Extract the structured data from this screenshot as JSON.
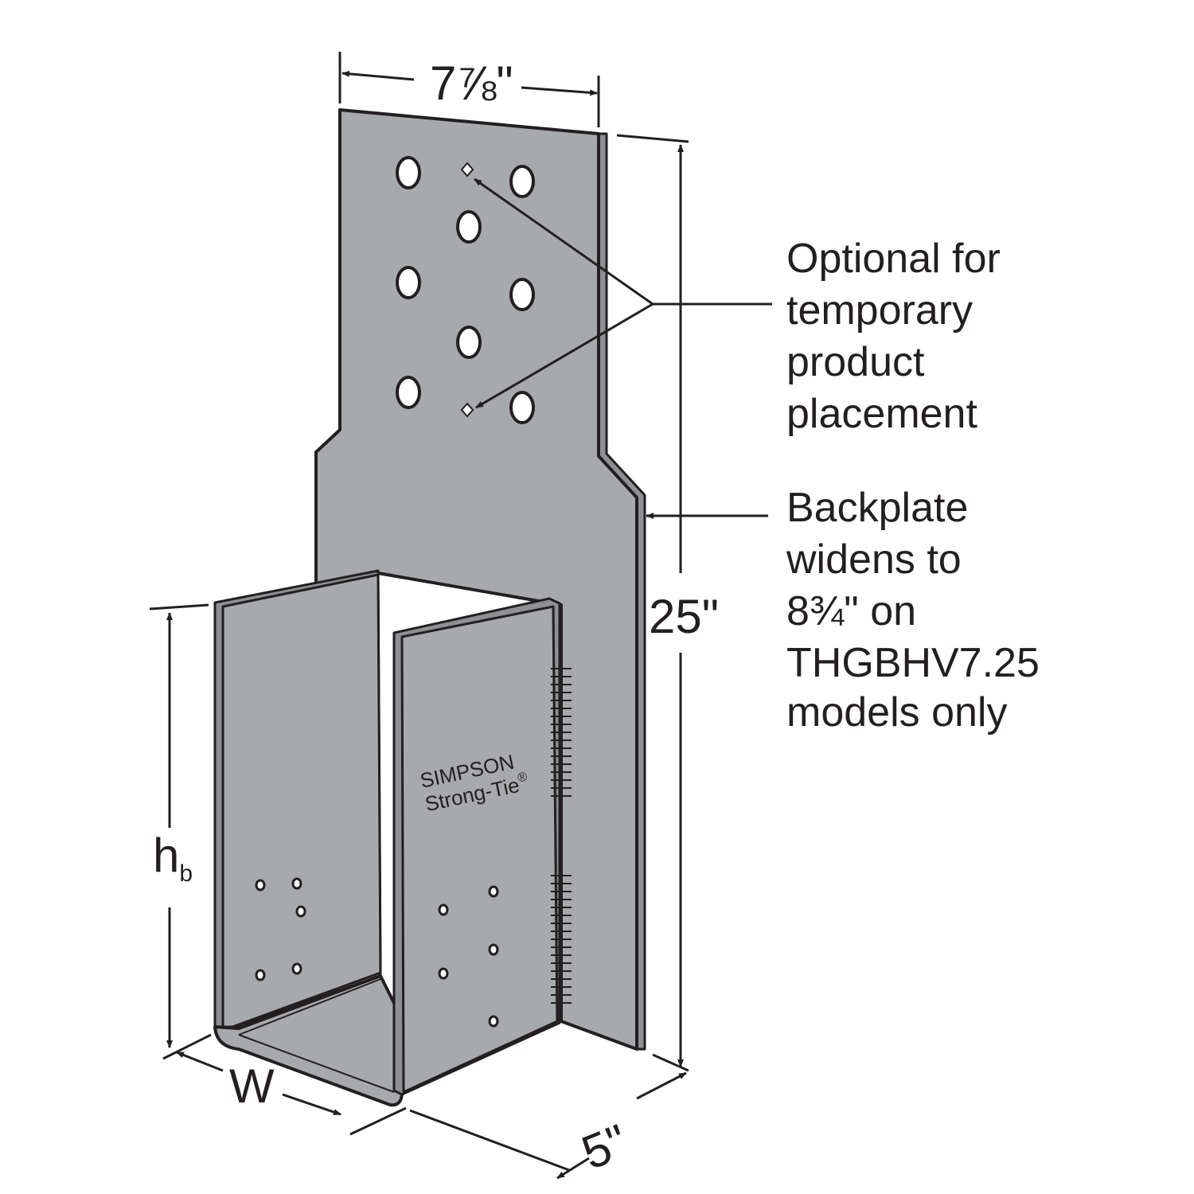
{
  "dimensions": {
    "width_top": "7⅞\"",
    "height_total": "25\"",
    "hb_main": "h",
    "hb_sub": "b",
    "w": "W",
    "depth": "5\""
  },
  "callouts": {
    "optional": [
      "Optional for",
      "temporary",
      "product",
      "placement"
    ],
    "backplate": [
      "Backplate",
      "widens to",
      "8¾\" on",
      "THGBHV7.25",
      "models only"
    ]
  },
  "logo": {
    "line1": "SIMPSON",
    "line2": "Strong-Tie",
    "mark": "®"
  },
  "colors": {
    "steel": "#a7a9ac",
    "line": "#231f20"
  }
}
